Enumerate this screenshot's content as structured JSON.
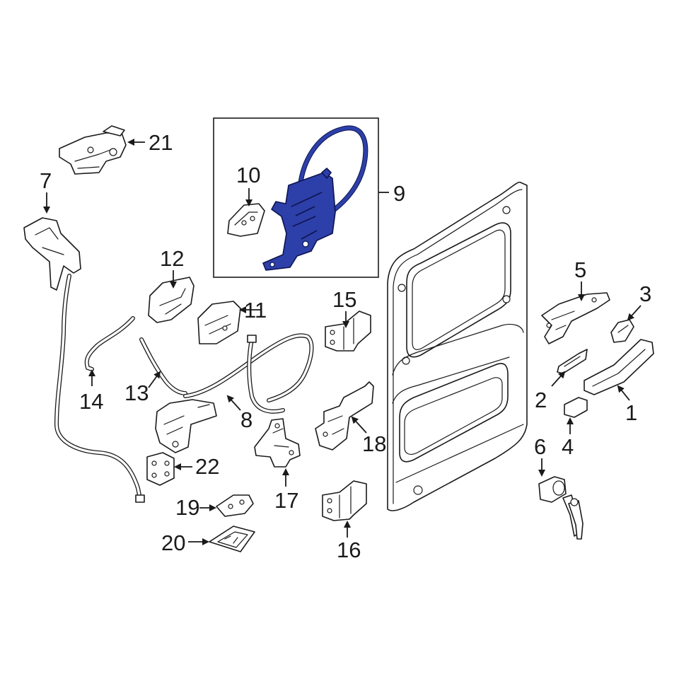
{
  "colors": {
    "highlight": "#2d3fa8",
    "line": "#1a1a1a",
    "background": "#ffffff"
  },
  "callouts": {
    "c1": "1",
    "c2": "2",
    "c3": "3",
    "c4": "4",
    "c5": "5",
    "c6": "6",
    "c7": "7",
    "c8": "8",
    "c9": "9",
    "c10": "10",
    "c11": "11",
    "c12": "12",
    "c13": "13",
    "c14": "14",
    "c15": "15",
    "c16": "16",
    "c17": "17",
    "c18": "18",
    "c19": "19",
    "c20": "20",
    "c21": "21",
    "c22": "22"
  },
  "highlighted_part": "9"
}
